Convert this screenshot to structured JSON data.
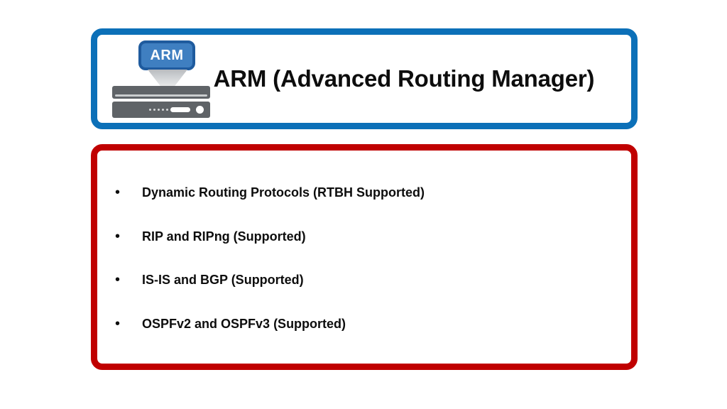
{
  "slide": {
    "background_color": "#ffffff"
  },
  "header": {
    "border_color": "#0c70b8",
    "title": "ARM (Advanced Routing Manager)",
    "icon": {
      "badge_label": "ARM",
      "badge_fill_color": "#3f7fc1",
      "badge_border_color": "#1f5b9e",
      "server_color": "#5f6367",
      "indicator_count": 5
    }
  },
  "body": {
    "border_color": "#c00000",
    "bullet_marker": "•",
    "bullets": [
      {
        "text": "Dynamic Routing Protocols (RTBH Supported)"
      },
      {
        "text": "RIP and RIPng (Supported)"
      },
      {
        "text": "IS-IS and BGP (Supported)"
      },
      {
        "text": "OSPFv2 and OSPFv3 (Supported)"
      }
    ]
  }
}
